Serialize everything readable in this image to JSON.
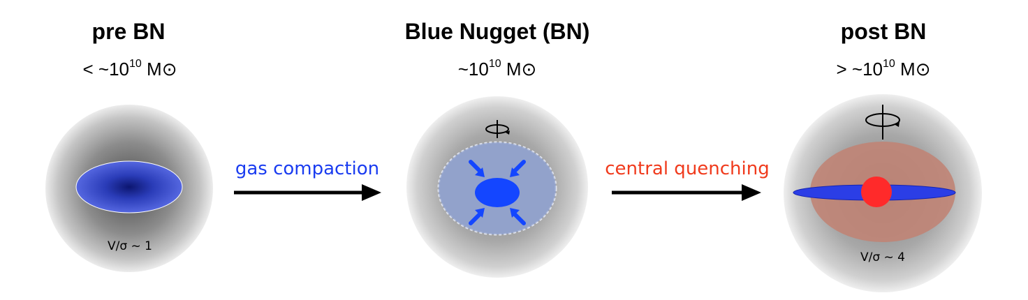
{
  "stages": [
    {
      "title": "pre BN",
      "mass_prefix": "< ~10",
      "mass_exponent": "10",
      "mass_unit": " M⊙",
      "ratio": "V/σ ~ 1"
    },
    {
      "title": "Blue Nugget (BN)",
      "mass_prefix": "~10",
      "mass_exponent": "10",
      "mass_unit": " M⊙",
      "ratio": ""
    },
    {
      "title": "post BN",
      "mass_prefix": "> ~10",
      "mass_exponent": "10",
      "mass_unit": " M⊙",
      "ratio": "V/σ ~ 4"
    }
  ],
  "processes": [
    {
      "label": "gas compaction",
      "color": "#1a3cf0"
    },
    {
      "label": "central quenching",
      "color": "#f03a1c"
    }
  ],
  "colors": {
    "halo": "#8a8a8a",
    "gas_disk": "#3b4fd9",
    "core": "#1446ff",
    "quenched_core": "#ff2a2a",
    "envelope": "#c07a6e",
    "arrow": "#000000"
  },
  "icons": [
    "rotation-icon",
    "inflow-arrow-icon",
    "process-arrow-icon"
  ]
}
